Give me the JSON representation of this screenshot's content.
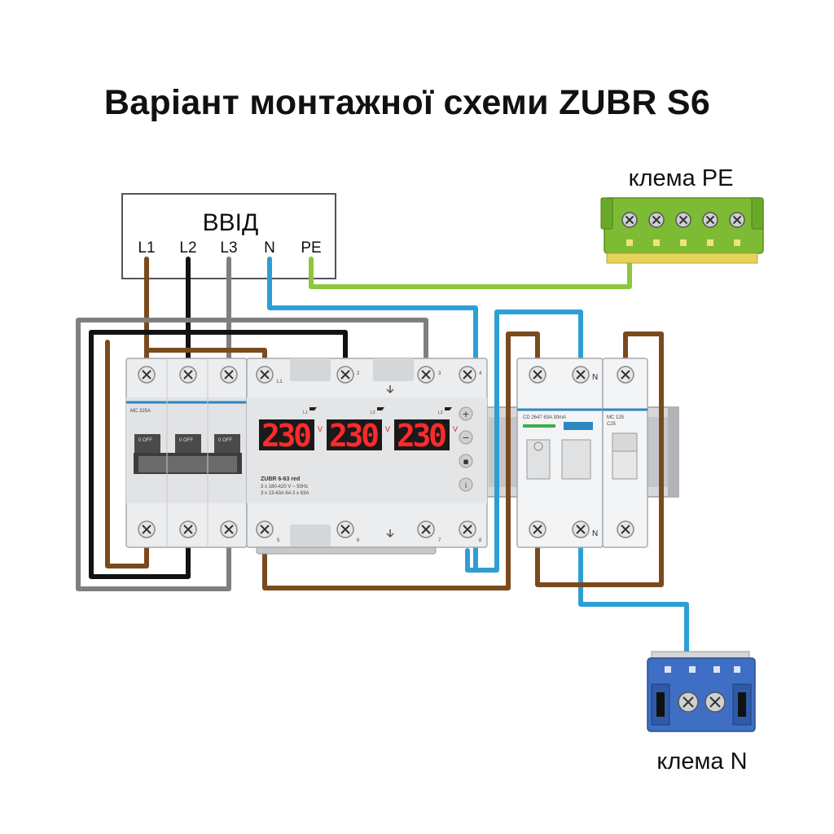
{
  "title": "Варіант монтажної схеми ZUBR S6",
  "input_box": {
    "title": "ВВІД",
    "terminals": [
      "L1",
      "L2",
      "L3",
      "N",
      "PE"
    ]
  },
  "pe_bus": {
    "label": "клема PE"
  },
  "n_bus": {
    "label": "клема N"
  },
  "main_breaker": {
    "model": "MC 325A",
    "poles": [
      "0 OFF",
      "0 OFF",
      "0 OFF"
    ]
  },
  "relay": {
    "brand": "ZUBR 6-63 red",
    "spec_line1": "3 x 180-420 V ~ 50Hz",
    "spec_line2": "3 x 13-63A 6A  3 x 63A",
    "displays": [
      {
        "phase": "L1",
        "value": "230",
        "unit": "V"
      },
      {
        "phase": "L2",
        "value": "230",
        "unit": "V"
      },
      {
        "phase": "L3",
        "value": "230",
        "unit": "V"
      }
    ],
    "top_terminals": [
      "L1",
      "2",
      "3",
      "4"
    ],
    "bottom_terminals": [
      "5",
      "6",
      "7",
      "8"
    ],
    "buttons": [
      "+",
      "−",
      "■",
      "i"
    ]
  },
  "rcd": {
    "model": "CD 2647 63A 30mA",
    "n_label_top": "N",
    "n_label_bottom": "N"
  },
  "small_breaker": {
    "model": "MC 125",
    "rating": "C25"
  },
  "colors": {
    "brown": "#7a4a1e",
    "black": "#121212",
    "gray": "#7f7f7f",
    "blue": "#2e9fd4",
    "green": "#8cc63f",
    "device": "#ecedee",
    "pe_bus": "#7dbb34",
    "n_bus": "#3f6fc4"
  }
}
